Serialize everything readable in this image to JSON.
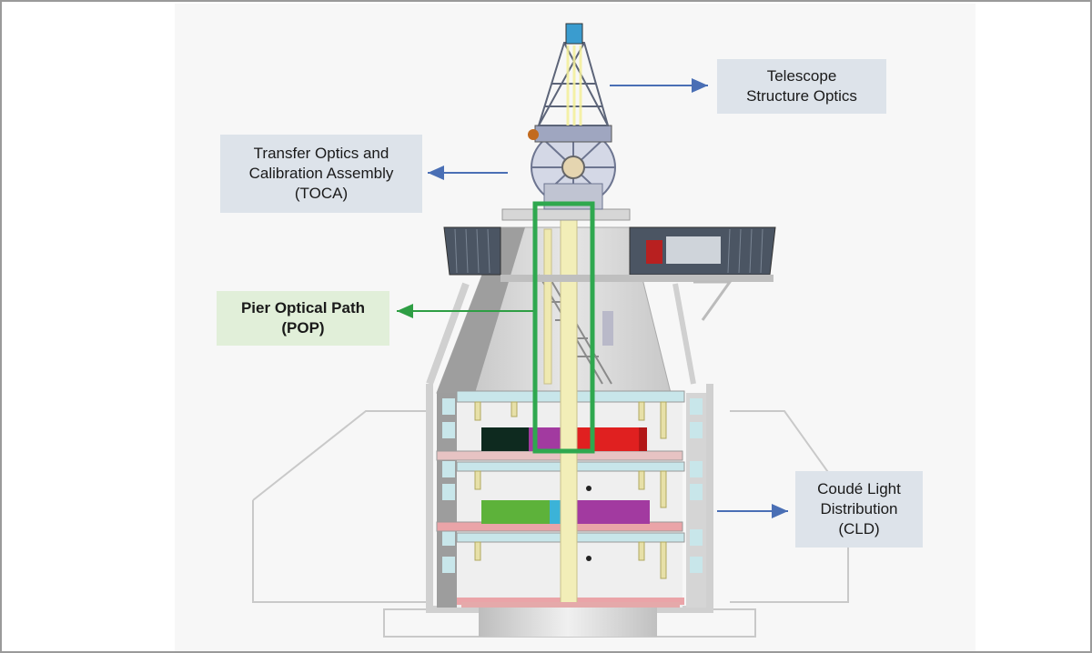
{
  "diagram": {
    "callouts": {
      "telescope": "Telescope\nStructure Optics",
      "toca": "Transfer Optics and\nCalibration Assembly\n(TOCA)",
      "pop": "Pier Optical Path\n(POP)",
      "cld": "Coudé Light\nDistribution\n(CLD)"
    },
    "colors": {
      "arrow_blue": "#4a6fb5",
      "arrow_green": "#2e9e44",
      "highlight_green": "#2fa84f",
      "callout_bg": "#dde3ea",
      "callout_green_bg": "#e1efd9",
      "bench_red": "#e02020",
      "bench_magenta": "#a23aa0",
      "bench_dark": "#0e2a1f",
      "bench_green": "#5db23a",
      "bench_cyan": "#3bb3d8",
      "floor_pink": "#eaa4a8",
      "shelf_cyan": "#c8e6ea"
    }
  }
}
